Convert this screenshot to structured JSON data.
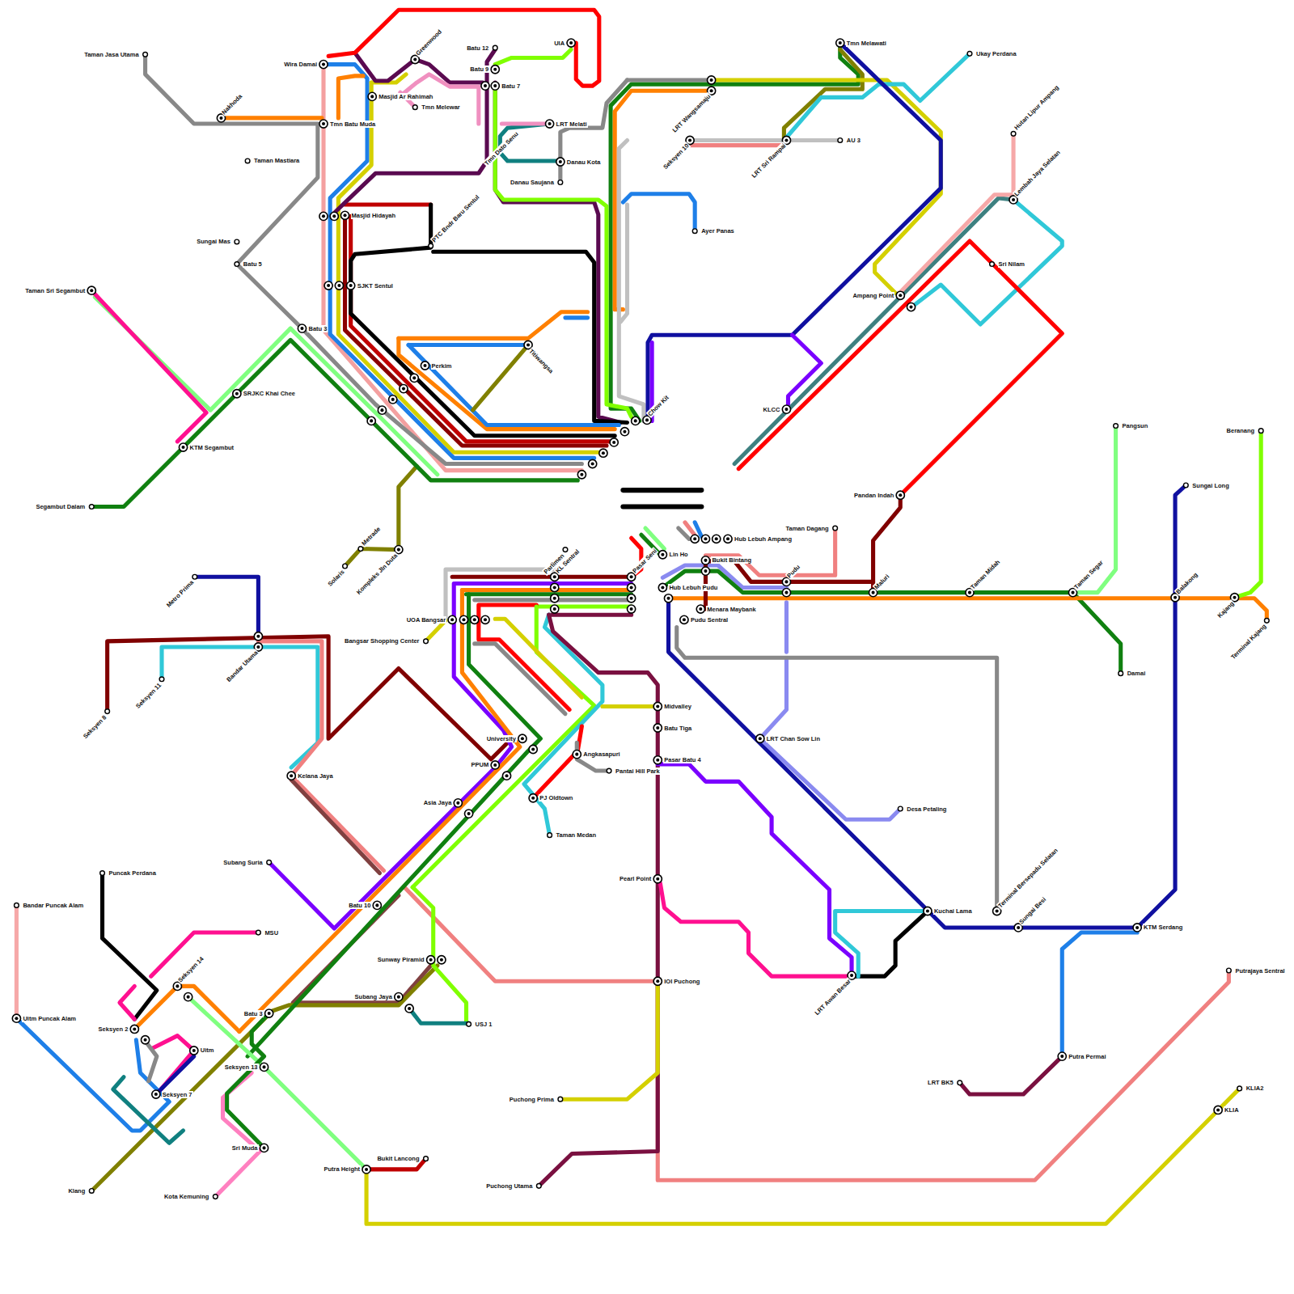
{
  "diagram": {
    "labels": [
      "Taman Jasa Utama",
      "Nakhoda",
      "Wira Damai",
      "Tmn Batu Muda",
      "Greenwood",
      "Masjid Ar Rahimah",
      "Tmn Melewar",
      "Batu 12",
      "Batu 9",
      "Batu 7",
      "UIA",
      "LRT Melati",
      "Danau Kota",
      "Danau Saujana",
      "LRT Wangsamaju",
      "Tmn Melawati",
      "Ukay Perdana",
      "Seksyen 10",
      "LRT Sri Rampai",
      "AU 3",
      "Taman Mastiara",
      "Sungai Mas",
      "Batu 5",
      "Masjid Hidayah",
      "Tmn Dato Senu",
      "PTC Bndr Baru Sentul",
      "Ayer Panas",
      "Hutan Lipur Ampang",
      "Lembah Jaya Selatan",
      "Sri Nilam",
      "Taman Sri Segambut",
      "SJKT Sentul",
      "Ampang Point",
      "Batu 3",
      "Titiwangsa",
      "Perkim",
      "SRJKC Khai Chee",
      "KLCC",
      "Chow Kit",
      "KTM Segambut",
      "Segambut Dalam",
      "Pandan Indah",
      "Taman Dagang",
      "Hub Lebuh Ampang",
      "Lin Ho",
      "Parlimen",
      "Solaris",
      "Metrade",
      "Kompleks Jln Duta",
      "KL Sentral",
      "Pasar Seni",
      "Bukit Bintang",
      "Pudu",
      "Maluri",
      "Taman Midah",
      "Taman Segar",
      "Pangsun",
      "Beranang",
      "Sungai Long",
      "Balakong",
      "Kajang",
      "Terminal Kajang",
      "Metro Prima",
      "Hub Lebuh Pudu",
      "Menara Maybank",
      "Pudu Sentral",
      "UOA Bangsar",
      "Bangsar Shopping Center",
      "Damai",
      "Bandar Utama",
      "Seksyen 11",
      "Seksyen 8",
      "Midvalley",
      "Batu Tiga",
      "University",
      "LRT Chan Sow Lin",
      "Angkasapuri",
      "Pasar Batu 4",
      "PPUM",
      "Pantai Hill Park",
      "Kelana Jaya",
      "PJ Oldtown",
      "Asia Jaya",
      "Desa Petaling",
      "Taman Medan",
      "Subang Suria",
      "Puncak Perdana",
      "Pearl Point",
      "Bandar Puncak Alam",
      "Batu 10",
      "Kuchai Lama",
      "Terminal Bersepadu Selatan",
      "Sungai Besi",
      "KTM Serdang",
      "MSU",
      "Sunway Piramid",
      "Putrajaya Sentral",
      "LRT Awan Besar",
      "IOI Puchong",
      "Seksyen 14",
      "Subang Jaya",
      "Uitm Puncak Alam",
      "Batu 3",
      "USJ 1",
      "Seksyen 2",
      "Uitm",
      "Putra Permai",
      "Seksyen 13",
      "LRT BK5",
      "KLIA2",
      "Seksyen 7",
      "Puchong Prima",
      "KLIA",
      "Sri Muda",
      "Bukit Lancong",
      "Putra Height",
      "Puchong Utama",
      "Klang",
      "Kota Kemuning"
    ]
  }
}
